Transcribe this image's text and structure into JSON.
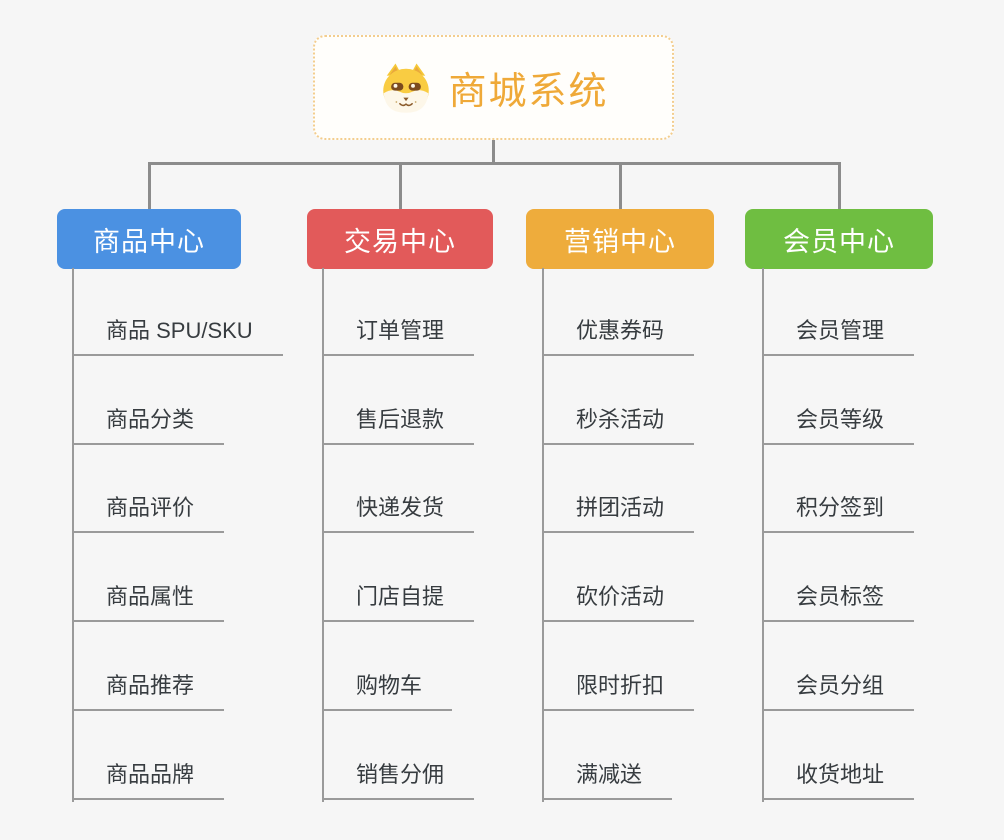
{
  "page": {
    "background_color": "#f6f6f6",
    "connector_color": "#8c8c8c",
    "underline_color": "#9a9a9a"
  },
  "root": {
    "title": "商城系统",
    "icon": "shiba-dog-icon",
    "title_color": "#efa938",
    "border_color": "#f3cd8e"
  },
  "branches": [
    {
      "label": "商品中心",
      "color": "#4b91e2",
      "children": [
        "商品 SPU/SKU",
        "商品分类",
        "商品评价",
        "商品属性",
        "商品推荐",
        "商品品牌"
      ]
    },
    {
      "label": "交易中心",
      "color": "#e25a5a",
      "children": [
        "订单管理",
        "售后退款",
        "快递发货",
        "门店自提",
        "购物车",
        "销售分佣"
      ]
    },
    {
      "label": "营销中心",
      "color": "#eeac3c",
      "children": [
        "优惠券码",
        "秒杀活动",
        "拼团活动",
        "砍价活动",
        "限时折扣",
        "满减送"
      ]
    },
    {
      "label": "会员中心",
      "color": "#6fbe41",
      "children": [
        "会员管理",
        "会员等级",
        "积分签到",
        "会员标签",
        "会员分组",
        "收货地址"
      ]
    }
  ]
}
